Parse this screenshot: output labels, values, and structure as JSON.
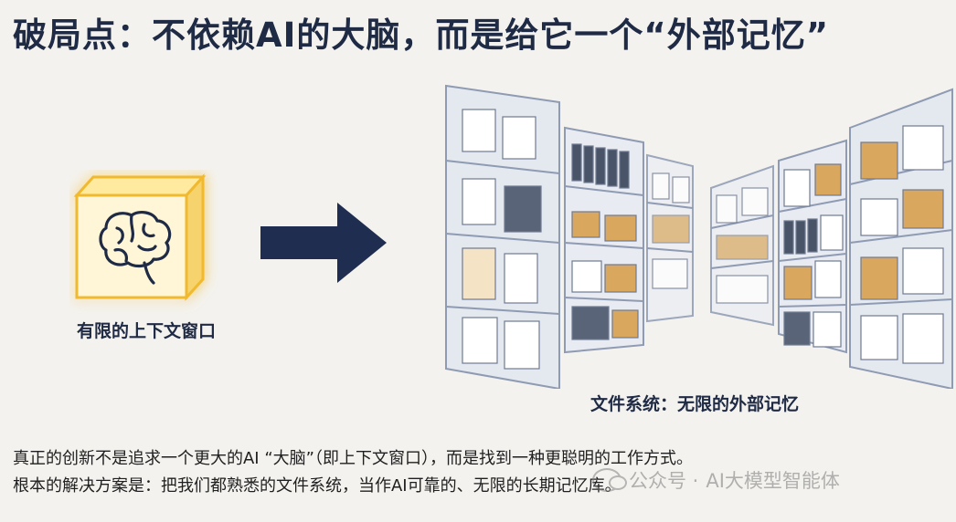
{
  "title": "破局点：不依赖AI的大脑，而是给它一个“外部记忆”",
  "left": {
    "caption": "有限的上下文窗口",
    "icon": "brain-icon"
  },
  "arrow": {
    "icon": "right-arrow-icon",
    "color": "#1f2e50"
  },
  "right": {
    "caption": "文件系统：无限的外部记忆",
    "icon": "file-archive-shelves"
  },
  "body": {
    "line1": "真正的创新不是追求一个更大的AI “大脑”（即上下文窗口），而是找到一种更聪明的工作方式。",
    "line2": "根本的解决方案是：把我们都熟悉的文件系统，当作AI可靠的、无限的长期记忆库。"
  },
  "watermark": {
    "prefix": "公众号 · ",
    "name": "AI大模型智能体",
    "icon": "wechat-icon"
  },
  "colors": {
    "navy": "#1f2a44",
    "cube_glow": "#f2c94c",
    "shelf_line": "#8f9bb3",
    "folder_tan": "#d9a75e"
  }
}
